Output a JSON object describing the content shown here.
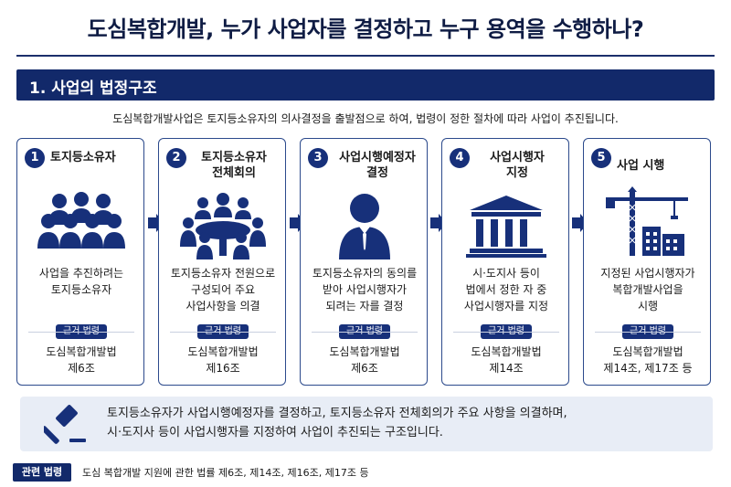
{
  "title": "도심복합개발, 누가 사업자를 결정하고 누구 용역을 수행하나?",
  "section": {
    "title": "1. 사업의 법정구조"
  },
  "intro": "도심복합개발사업은 토지등소유자의 의사결정을 출발점으로 하여, 법령이 정한 절차에 따라 사업이 추진됩니다.",
  "law_tag_label": "근거 법령",
  "steps": [
    {
      "num": "1",
      "title_lines": [
        "토지등소유자"
      ],
      "icon": "group-people-icon",
      "desc_lines": [
        "사업을 추진하려는",
        "토지등소유자"
      ],
      "law_lines": [
        "도심복합개발법",
        "제6조"
      ]
    },
    {
      "num": "2",
      "title_lines": [
        "토지등소유자",
        "전체회의"
      ],
      "icon": "meeting-table-icon",
      "desc_lines": [
        "토지등소유자 전원으로",
        "구성되어 주요",
        "사업사항을 의결"
      ],
      "law_lines": [
        "도심복합개발법",
        "제16조"
      ]
    },
    {
      "num": "3",
      "title_lines": [
        "사업시행예정자",
        "결정"
      ],
      "icon": "businessperson-icon",
      "desc_lines": [
        "토지등소유자의 동의를",
        "받아 사업시행자가",
        "되려는 자를 결정"
      ],
      "law_lines": [
        "도심복합개발법",
        "제6조"
      ]
    },
    {
      "num": "4",
      "title_lines": [
        "사업시행자",
        "지정"
      ],
      "icon": "government-building-icon",
      "desc_lines": [
        "시·도지사 등이",
        "법에서 정한 자 중",
        "사업시행자를 지정"
      ],
      "law_lines": [
        "도심복합개발법",
        "제14조"
      ]
    },
    {
      "num": "5",
      "title_lines": [
        "사업 시행"
      ],
      "icon": "construction-crane-icon",
      "desc_lines": [
        "지정된 사업시행자가",
        "복합개발사업을",
        "시행"
      ],
      "law_lines": [
        "도심복합개발법",
        "제14조, 제17조 등"
      ]
    }
  ],
  "summary": {
    "lines": [
      "토지등소유자가 사업시행예정자를 결정하고, 토지등소유자 전체회의가 주요 사항을 의결하며,",
      "시·도지사 등이 사업시행자를 지정하여 사업이 추진되는 구조입니다."
    ]
  },
  "footer": {
    "tag": "관련 법령",
    "text": "도심 복합개발 지원에 관한 법률 제6조, 제14조, 제16조, 제17조 등"
  },
  "colors": {
    "navy": "#12296a",
    "accent": "#17307a",
    "panel": "#e8edf6"
  }
}
